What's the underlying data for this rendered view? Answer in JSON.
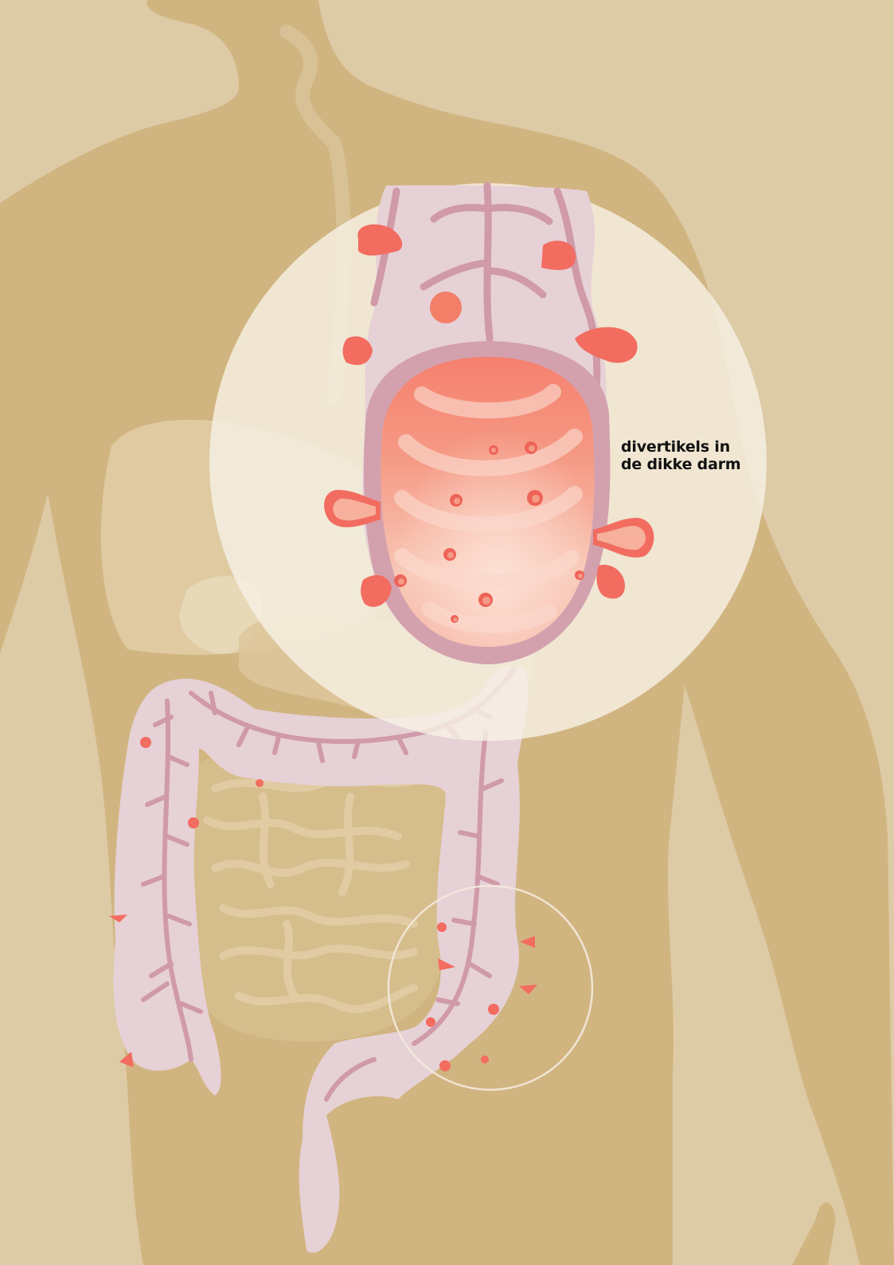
{
  "illustration": {
    "label_lines": [
      "divertikels in",
      "de dikke darm"
    ],
    "colors": {
      "background": "#ddcba6",
      "body_silhouette": "#d1b581",
      "colon": "#e6d1d6",
      "blood_vessels": "#d09aa8",
      "diverticula": "#f26c60",
      "magnifier_lens": "#f6f0e4"
    },
    "icons": [
      "body-silhouette",
      "large-intestine",
      "small-intestine",
      "liver",
      "magnifier-circle",
      "diverticulum"
    ]
  }
}
